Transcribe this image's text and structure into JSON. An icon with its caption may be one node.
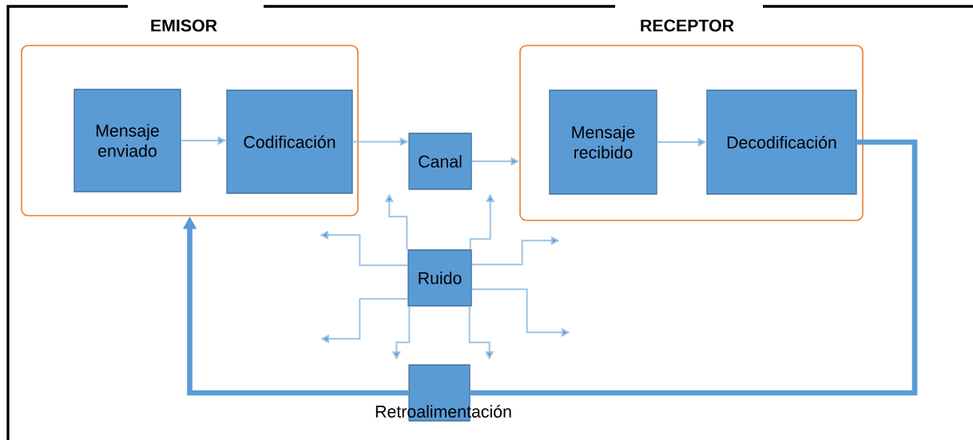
{
  "diagram": {
    "nodes": [
      {
        "text": [
          "EMISOR"
        ]
      },
      {
        "text": [
          "Mensaje enviado"
        ],
        "in": 0
      },
      {
        "text": [
          "Codificación"
        ],
        "in": 0
      },
      {
        "text": [
          "Canal"
        ]
      },
      {
        "text": [
          "RECEPTOR"
        ]
      },
      {
        "text": [
          "Mensaje recibido"
        ],
        "in": 4
      },
      {
        "text": [
          "Decodificación"
        ],
        "in": 4
      },
      {
        "text": [
          "Ruido"
        ]
      },
      {
        "text": [
          "Retroalimentación"
        ]
      }
    ],
    "edges": [
      {
        "from": 1,
        "to": 2,
        "arrow": "to"
      },
      {
        "from": 2,
        "to": 3,
        "arrow": "to"
      },
      {
        "from": 3,
        "to": 4,
        "arrow": "to"
      },
      {
        "from": 5,
        "to": 6,
        "arrow": "to"
      },
      {
        "from": 6,
        "to": 8,
        "arrow": "none",
        "style": "thick"
      },
      {
        "from": 8,
        "to": 0,
        "arrow": "to",
        "style": "thick"
      },
      {
        "from": 7,
        "to": null,
        "arrow": "to"
      },
      {
        "from": 7,
        "to": null,
        "arrow": "to"
      },
      {
        "from": 7,
        "to": null,
        "arrow": "to"
      },
      {
        "from": 7,
        "to": null,
        "arrow": "to"
      },
      {
        "from": 7,
        "to": null,
        "arrow": "to"
      },
      {
        "from": 7,
        "to": null,
        "arrow": "to"
      },
      {
        "from": 7,
        "to": null,
        "arrow": "to"
      },
      {
        "from": 7,
        "to": null,
        "arrow": "to"
      }
    ]
  }
}
